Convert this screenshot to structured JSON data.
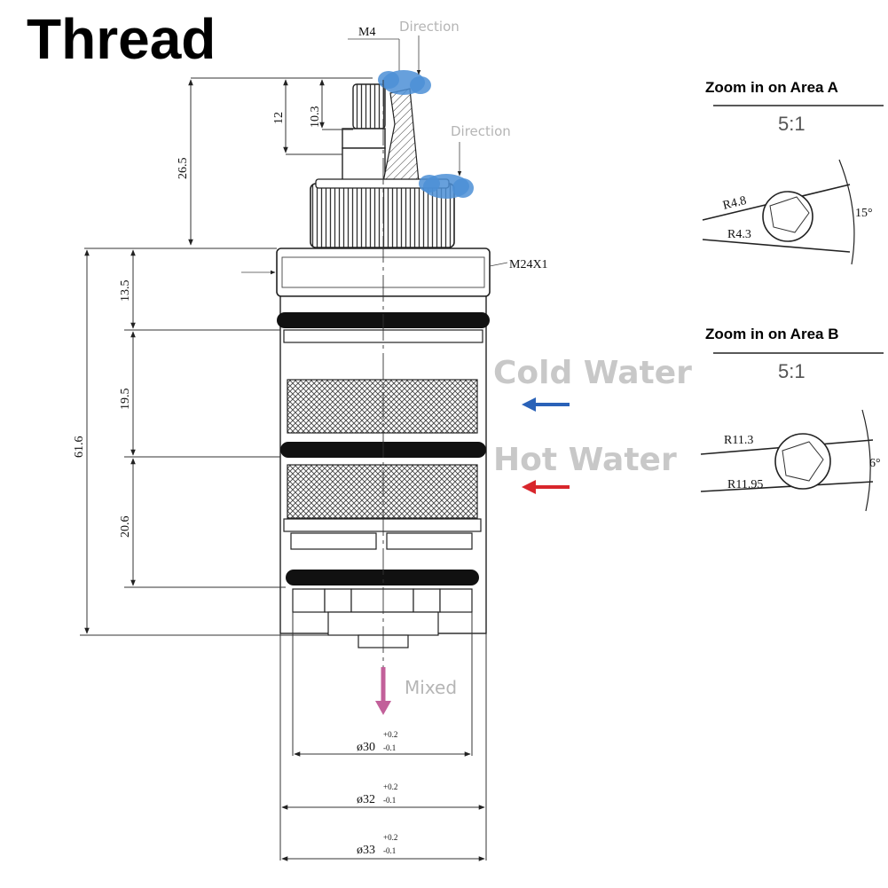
{
  "title": "Thread",
  "labels": {
    "direction_top": "Direction",
    "direction_mid": "Direction",
    "cold_water": "Cold Water",
    "hot_water": "Hot Water",
    "mixed_water": "Mixed"
  },
  "dimensions": {
    "m4": "M4",
    "d12": "12",
    "d10_3": "10.3",
    "d26_5": "26.5",
    "m24x1": "M24X1",
    "d13_5": "13.5",
    "d19_5": "19.5",
    "d20_6": "20.6",
    "d61_6": "61.6",
    "dia30": "ø30",
    "dia32": "ø32",
    "dia33": "ø33",
    "tol_plus": "+0.2",
    "tol_minus": "-0.1"
  },
  "zoom_a": {
    "heading": "Zoom in on Area A",
    "scale": "5:1",
    "r_outer": "R4.8",
    "r_inner": "R4.3",
    "angle": "15°"
  },
  "zoom_b": {
    "heading": "Zoom in on Area B",
    "scale": "5:1",
    "r_outer": "R11.3",
    "r_inner": "R11.95",
    "angle": "6°"
  },
  "colors": {
    "cold_arrow": "#2a62b8",
    "hot_arrow": "#d8262c",
    "mixed_arrow": "#c2609a",
    "highlight_blob": "#4c8fd6"
  }
}
